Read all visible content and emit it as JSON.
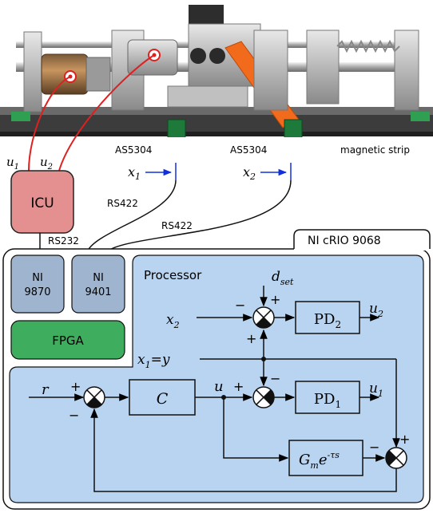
{
  "photo": {
    "sensor_left_label": "AS5304",
    "sensor_right_label": "AS5304",
    "strip_label": "magnetic strip",
    "x1_label": "x",
    "x1_sub": "1",
    "x2_label": "x",
    "x2_sub": "2"
  },
  "wiring": {
    "u1_label": "u",
    "u1_sub": "1",
    "u2_label": "u",
    "u2_sub": "2",
    "icu_label": "ICU",
    "rs232_label": "RS232",
    "rs422_a_label": "RS422",
    "rs422_b_label": "RS422"
  },
  "crio": {
    "title": "NI cRIO 9068",
    "ni9870_line1": "NI",
    "ni9870_line2": "9870",
    "ni9401_line1": "NI",
    "ni9401_line2": "9401",
    "fpga_label": "FPGA",
    "processor_label": "Processor"
  },
  "controller": {
    "dset_main": "d",
    "dset_sub": "set",
    "x2_main": "x",
    "x2_sub": "2",
    "pd2_main": "PD",
    "pd2_sub": "2",
    "u2_main": "u",
    "u2_sub": "2",
    "x1y_main": "x",
    "x1y_sub": "1",
    "x1y_rest": "=y",
    "r_label": "r",
    "c_label": "C",
    "u_label": "u",
    "pd1_main": "PD",
    "pd1_sub": "1",
    "u1_main": "u",
    "u1_sub": "1",
    "gm_main": "G",
    "gm_sub": "m",
    "gm_e": "e",
    "gm_exp": "-τs"
  },
  "colors": {
    "icu_fill": "#e59090",
    "fpga_fill": "#3fad5e",
    "processor_fill": "#b8d4f0",
    "ni_module_fill": "#9fb4cf",
    "wire_red": "#e02020",
    "arrow_blue": "#1030e0",
    "orange_arm": "#f26a1b"
  }
}
